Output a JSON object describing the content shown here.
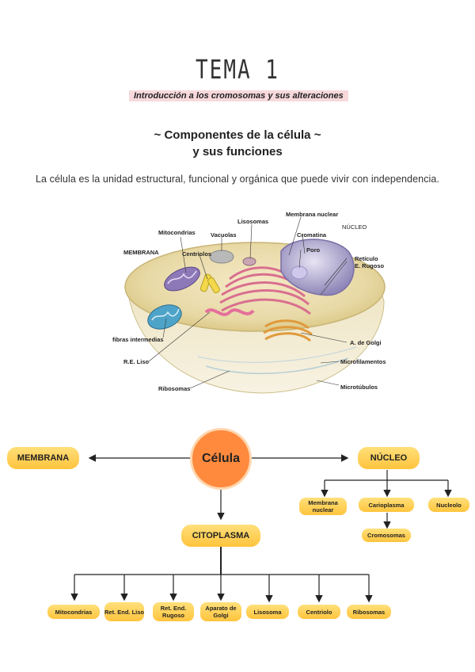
{
  "page": {
    "title": "TEMA 1",
    "subtitle": "Introducción a los cromosomas y sus alteraciones",
    "section_line1": "~ Componentes de la célula ~",
    "section_line2": "y sus funciones",
    "intro": "La célula es la unidad estructural, funcional y orgánica que puede vivir con independencia."
  },
  "illustration": {
    "labels": {
      "mitocondrias": "Mitocondrias",
      "vacuolas": "Vacuolas",
      "lisosomas": "Lisosomas",
      "membrana_nuclear": "Membrana nuclear",
      "nucleo": "NÚCLEO",
      "cromatina": "Cromatina",
      "poro": "Poro",
      "membrana": "MEMBRANA",
      "centriolos": "Centriolos",
      "reticulo_rugoso": "Retículo\nE. Rugoso",
      "fibras": "fibras intermedias",
      "golgi": "A. de Golgi",
      "re_liso": "R.E. Liso",
      "microfilamentos": "Microfilamentos",
      "ribosomas": "Ribosomas",
      "microtubulos": "Microtúbulos"
    }
  },
  "map": {
    "center": "Célula",
    "membrana": "MEMBRANA",
    "nucleo": "NÚCLEO",
    "citoplasma": "CITOPLASMA",
    "nucleo_children": [
      "Membrana nuclear",
      "Carioplasma",
      "Nucleolo"
    ],
    "carioplasma_child": "Cromosomas",
    "citoplasma_children": [
      "Mitocondrias",
      "Ret. End. Liso",
      "Ret. End. Rugoso",
      "Aparato de Golgi",
      "Lisosoma",
      "Centriolo",
      "Ribosomas"
    ],
    "colors": {
      "center": "#ff8a3d",
      "center_border": "#ffd7b0",
      "pill": "#ffcf4f"
    }
  }
}
